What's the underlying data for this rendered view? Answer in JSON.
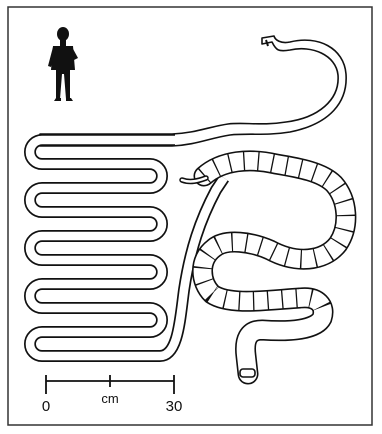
{
  "scale_bar": {
    "start_label": "0",
    "unit_label": "cm",
    "end_label": "30"
  },
  "icons": {
    "human_figure": "human-silhouette-icon"
  },
  "organs": [
    "stomach",
    "small-intestine",
    "large-intestine"
  ],
  "colors": {
    "outline": "#111111",
    "background": "#ffffff",
    "frame": "#333333"
  }
}
